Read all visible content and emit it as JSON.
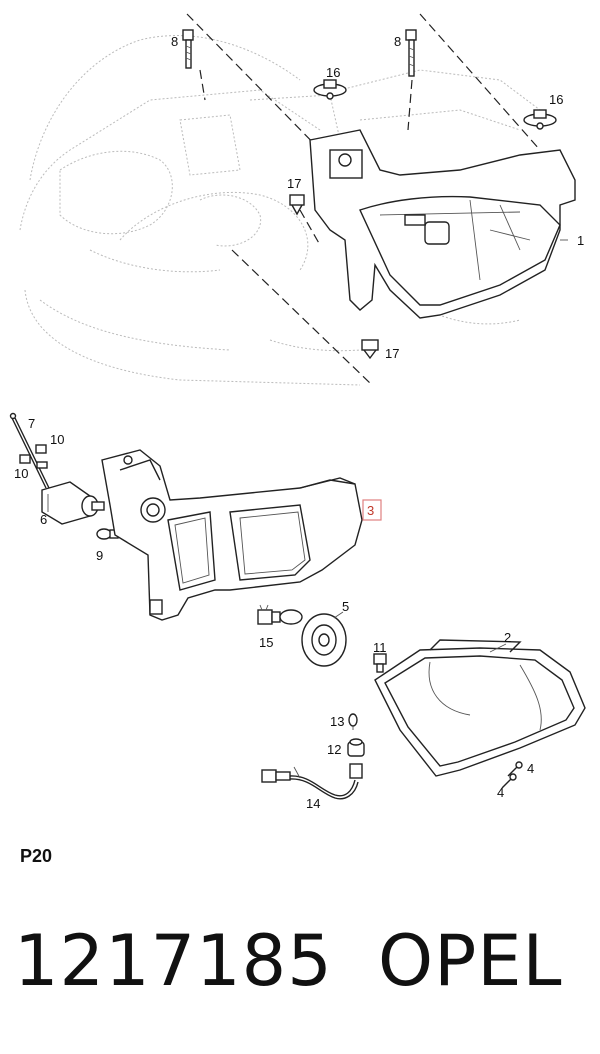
{
  "callouts": {
    "c1": "1",
    "c2": "2",
    "c3": "3",
    "c4a": "4",
    "c4b": "4",
    "c5": "5",
    "c6": "6",
    "c7": "7",
    "c8a": "8",
    "c8b": "8",
    "c9": "9",
    "c10a": "10",
    "c10b": "10",
    "c11": "11",
    "c12": "12",
    "c13": "13",
    "c14": "14",
    "c15": "15",
    "c16a": "16",
    "c16b": "16",
    "c17a": "17",
    "c17b": "17"
  },
  "footer": {
    "section_code": "P20",
    "part_number": "1217185",
    "brand": "OPEL"
  },
  "colors": {
    "line": "#222222",
    "highlight_box": "#e08080",
    "background": "#ffffff"
  }
}
